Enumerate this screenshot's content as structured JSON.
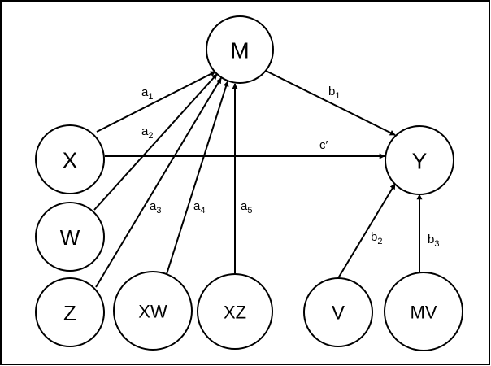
{
  "diagram": {
    "nodes": [
      {
        "id": "M",
        "label": "M"
      },
      {
        "id": "X",
        "label": "X"
      },
      {
        "id": "Y",
        "label": "Y"
      },
      {
        "id": "W",
        "label": "W"
      },
      {
        "id": "Z",
        "label": "Z"
      },
      {
        "id": "XW",
        "label": "XW"
      },
      {
        "id": "XZ",
        "label": "XZ"
      },
      {
        "id": "V",
        "label": "V"
      },
      {
        "id": "MV",
        "label": "MV"
      }
    ],
    "edges": [
      {
        "id": "a1",
        "from": "X",
        "to": "M",
        "label": "a",
        "sub": "1"
      },
      {
        "id": "a2",
        "from": "W",
        "to": "M",
        "label": "a",
        "sub": "2"
      },
      {
        "id": "a3",
        "from": "Z",
        "to": "M",
        "label": "a",
        "sub": "3"
      },
      {
        "id": "a4",
        "from": "XW",
        "to": "M",
        "label": "a",
        "sub": "4"
      },
      {
        "id": "a5",
        "from": "XZ",
        "to": "M",
        "label": "a",
        "sub": "5"
      },
      {
        "id": "b1",
        "from": "M",
        "to": "Y",
        "label": "b",
        "sub": "1"
      },
      {
        "id": "b2",
        "from": "V",
        "to": "Y",
        "label": "b",
        "sub": "2"
      },
      {
        "id": "b3",
        "from": "MV",
        "to": "Y",
        "label": "b",
        "sub": "3"
      },
      {
        "id": "c",
        "from": "X",
        "to": "Y",
        "label": "c′",
        "sub": ""
      }
    ]
  }
}
